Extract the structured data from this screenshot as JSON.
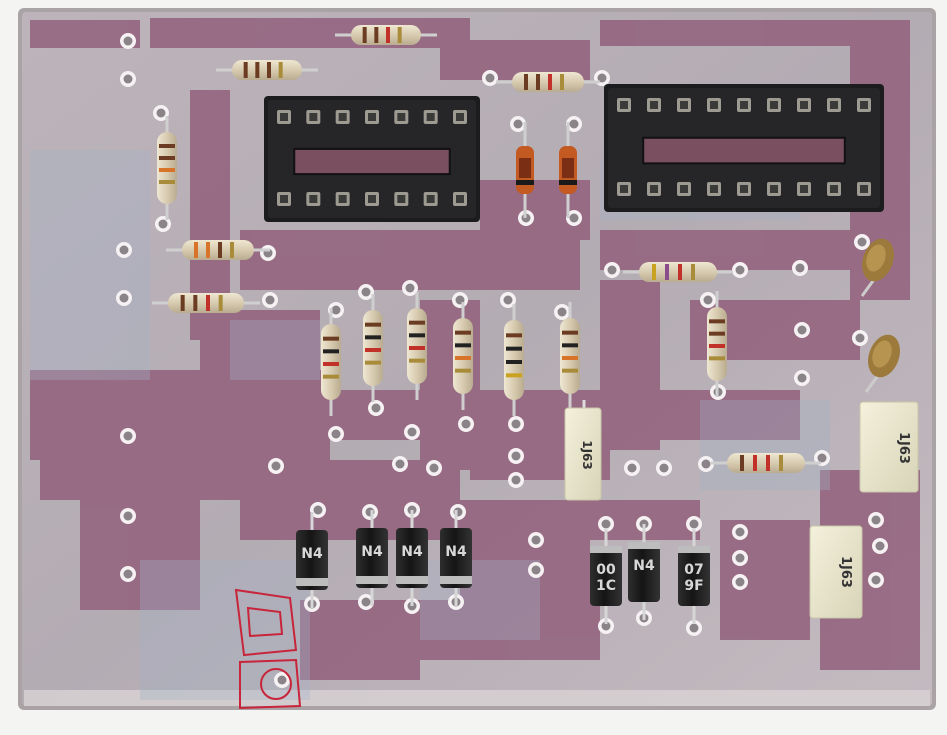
{
  "board": {
    "substrate_color": "#b9b2b7",
    "trace_color": "#8e5a78",
    "pad_color": "#f7f2f4"
  },
  "components": {
    "ic_sockets": [
      "ic-socket-1",
      "ic-socket-2"
    ],
    "capacitor_marking": "1J63",
    "diode_markings": [
      "N4",
      "N4",
      "N4",
      "N4",
      "00",
      "N4",
      "07"
    ],
    "lower_diode_second_lines": [
      "1C",
      "",
      "9F"
    ],
    "resistor_body_color": "#d9cfb6",
    "diode_body_color": "#1d1d1d"
  },
  "annotations": {
    "pen_sketch_color": "#c8243a"
  }
}
